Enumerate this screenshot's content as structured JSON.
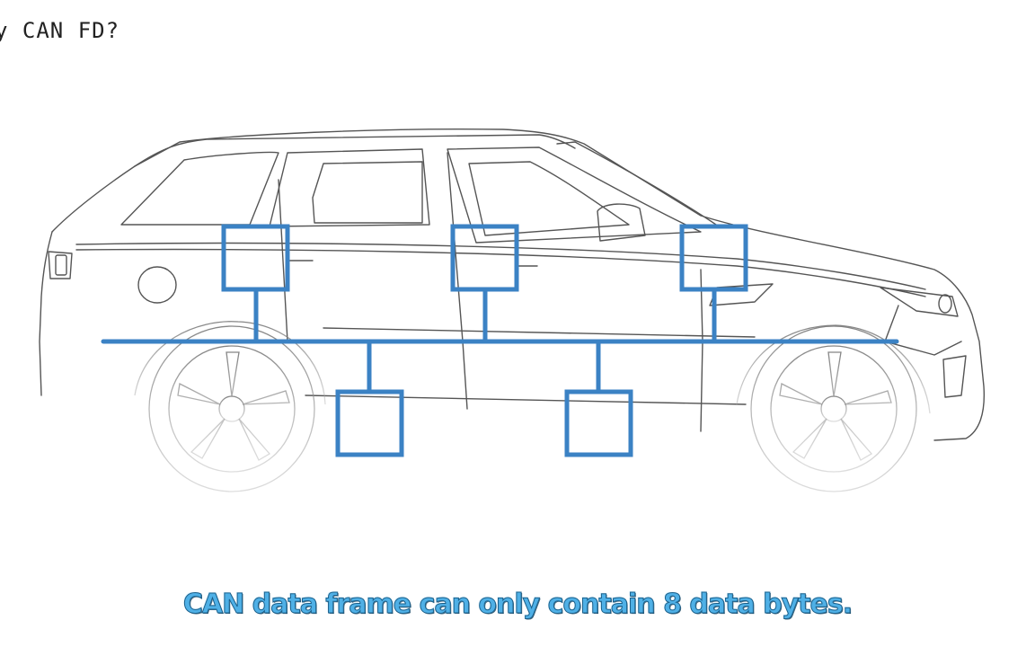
{
  "header": {
    "title": "y CAN FD?"
  },
  "subtitle": {
    "text": "CAN data frame can only contain 8 data bytes."
  },
  "diagram": {
    "bus_color": "#3b82c4",
    "outline_color": "#555555",
    "node_count_top": 3,
    "node_count_bottom": 2
  }
}
